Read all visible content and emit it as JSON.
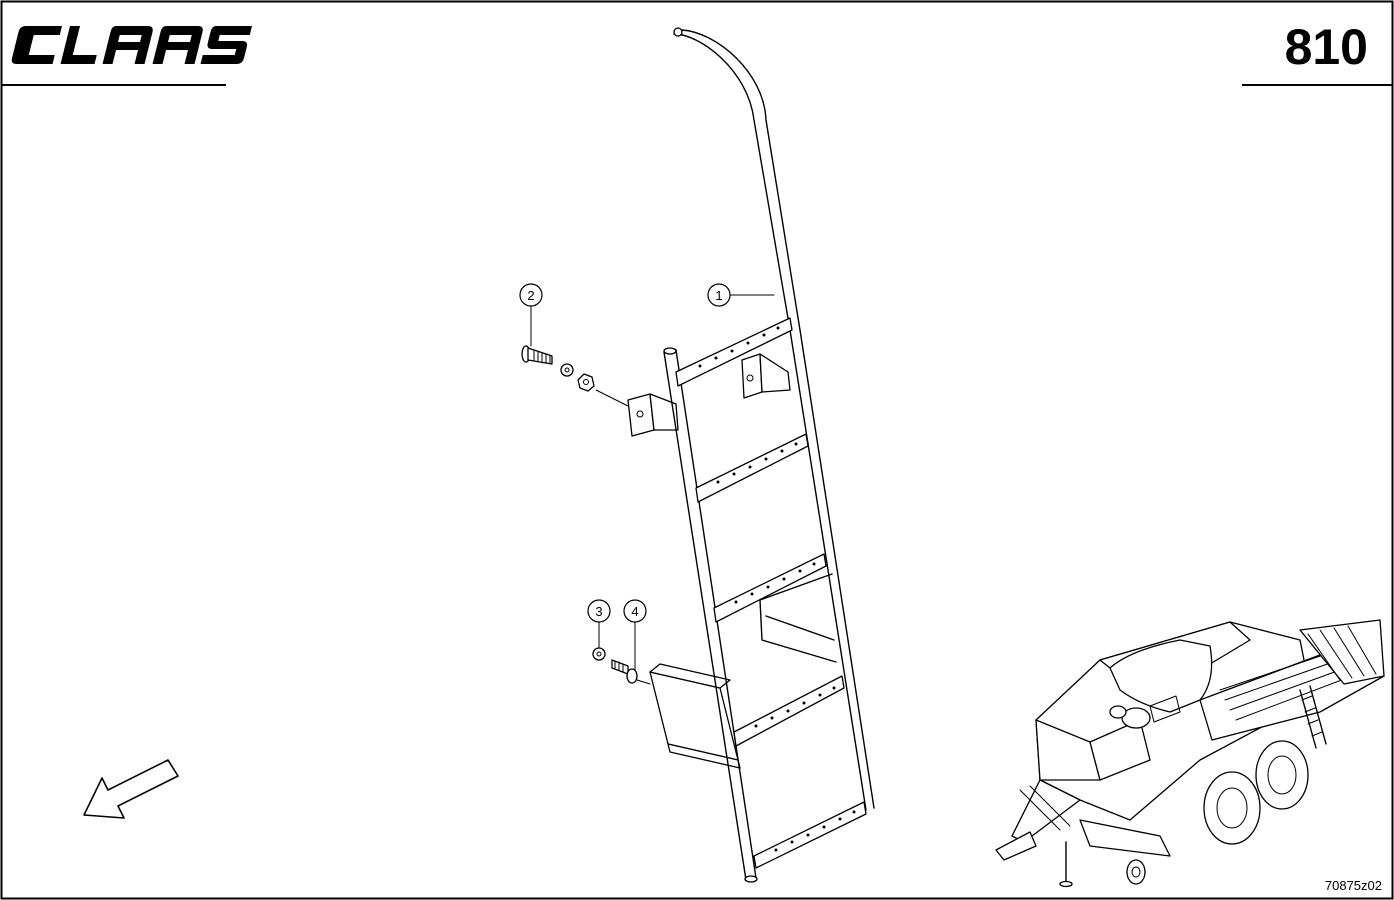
{
  "header": {
    "brand_logo_text": "CLAAS",
    "page_number": "810"
  },
  "callouts": [
    "1",
    "2",
    "3",
    "4"
  ],
  "footer": {
    "drawing_id": "70875z02"
  },
  "icons": [
    "claas-logo-icon",
    "direction-arrow-icon",
    "baler-thumbnail-icon"
  ]
}
